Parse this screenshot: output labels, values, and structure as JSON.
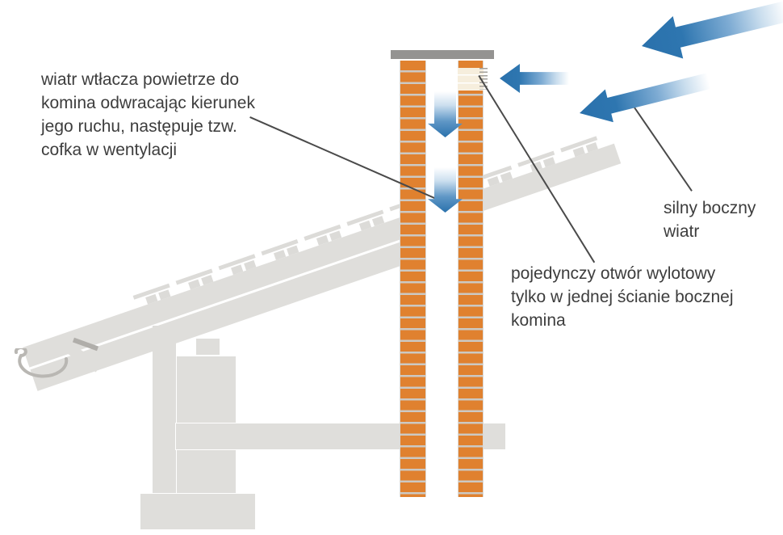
{
  "diagram": {
    "language": "pl",
    "topic": "ventilation backdraft in a chimney caused by strong side wind"
  },
  "annotations": {
    "backdraft": {
      "lines": [
        "wiatr wtłacza powietrze do",
        "komina odwracając kierunek",
        "jego ruchu, następuje tzw.",
        "cofka w wentylacji"
      ]
    },
    "side_wind": {
      "lines": [
        "silny boczny",
        "wiatr"
      ]
    },
    "outlet": {
      "lines": [
        "pojedynczy otwór wylotowy",
        "tylko w jednej ścianie bocznej",
        "komina"
      ]
    }
  },
  "icons": {
    "wind_arrow_upper": "large wind arrow pointing down-left",
    "wind_arrow_lower": "large wind arrow pointing down-left",
    "outlet_arrow": "small wind arrow entering outlet, pointing left",
    "downdraft_arrow_upper": "down arrow inside flue",
    "downdraft_arrow_lower": "down arrow inside flue"
  },
  "colors": {
    "wind_blue": "#2e76b0",
    "brick_orange": "#e0812f",
    "mortar_grey": "#ccc9c3",
    "outlet_cream": "#f6eedd",
    "cap_grey": "#949391",
    "structure_grey": "#dfdedb",
    "text_grey": "#3d3d3d",
    "leader_line": "#4a4a4a",
    "background": "#ffffff"
  }
}
